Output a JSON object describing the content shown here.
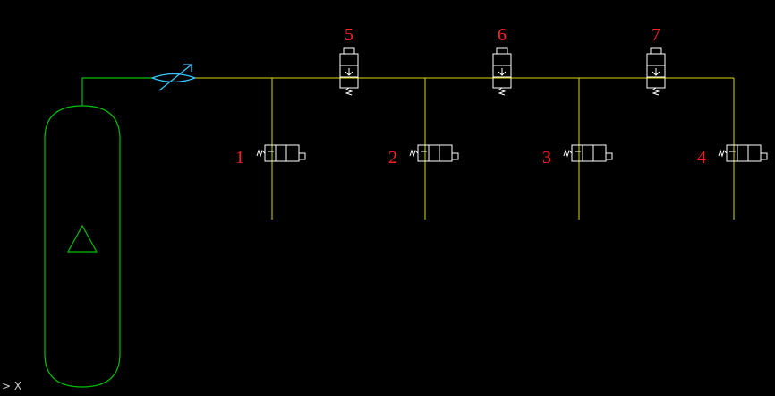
{
  "colors": {
    "background": "#000000",
    "pipe": "#d8d800",
    "tank": "#00c000",
    "valve": "#ffffff",
    "label": "#ff2020"
  },
  "valves_top": [
    {
      "label": "5"
    },
    {
      "label": "6"
    },
    {
      "label": "7"
    }
  ],
  "valves_branch": [
    {
      "label": "1"
    },
    {
      "label": "2"
    },
    {
      "label": "3"
    },
    {
      "label": "4"
    }
  ],
  "ucs_marker": "> X"
}
